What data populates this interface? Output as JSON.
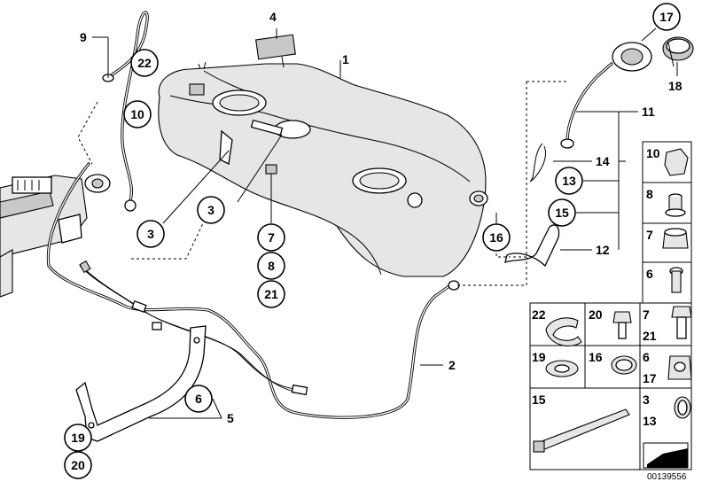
{
  "diagram": {
    "reference_number": "00139556",
    "callouts": [
      {
        "label": "1"
      },
      {
        "label": "2"
      },
      {
        "label": "4"
      },
      {
        "label": "5"
      },
      {
        "label": "9"
      },
      {
        "label": "11"
      },
      {
        "label": "12"
      },
      {
        "label": "14"
      },
      {
        "label": "18"
      }
    ],
    "circled_callouts": [
      {
        "label": "3"
      },
      {
        "label": "3"
      },
      {
        "label": "6"
      },
      {
        "label": "7"
      },
      {
        "label": "8"
      },
      {
        "label": "10"
      },
      {
        "label": "13"
      },
      {
        "label": "15"
      },
      {
        "label": "16"
      },
      {
        "label": "17"
      },
      {
        "label": "19"
      },
      {
        "label": "20"
      },
      {
        "label": "21"
      },
      {
        "label": "22"
      }
    ],
    "parts_table": {
      "right_column": [
        {
          "label": "10"
        },
        {
          "label": "8"
        },
        {
          "label": "7"
        },
        {
          "label": "6"
        }
      ],
      "grid_rows": [
        [
          {
            "label": "22"
          },
          {
            "label": "20"
          },
          {
            "labels": [
              "7",
              "21"
            ]
          }
        ],
        [
          {
            "label": "19"
          },
          {
            "label": "16"
          },
          {
            "labels": [
              "6",
              "17"
            ]
          }
        ],
        [
          {
            "label": "15"
          },
          {
            "labels": [
              "3",
              "13"
            ]
          }
        ]
      ]
    }
  }
}
